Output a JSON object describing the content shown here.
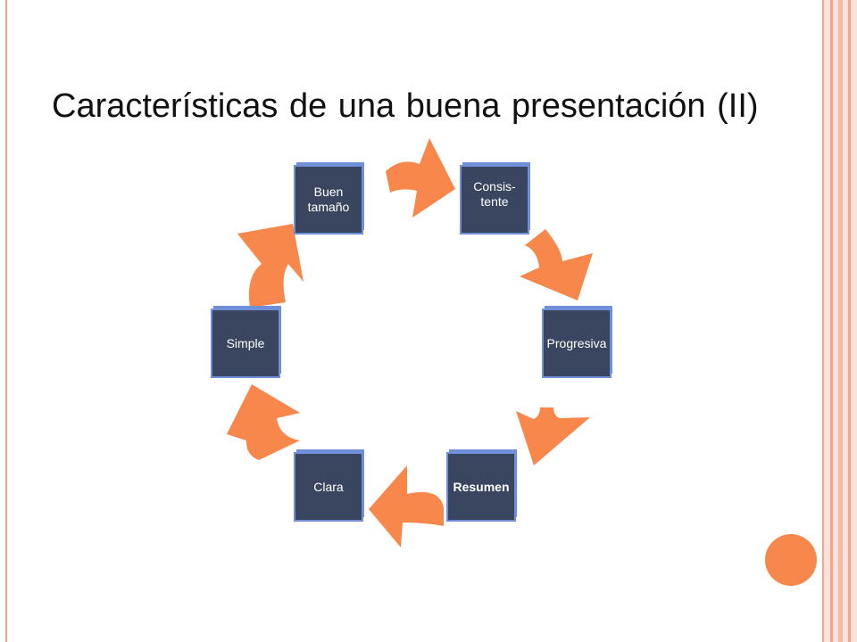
{
  "title": "Características de una buena presentación (II)",
  "colors": {
    "arrow": "#F7874A",
    "node_fill": "#3A4660",
    "node_border": "#6F8FD9",
    "border_accent": "#F7B9A3"
  },
  "diagram": {
    "type": "cycle",
    "nodes": [
      {
        "id": "buen-tamano",
        "label": "Buen\ntamaño"
      },
      {
        "id": "consistente",
        "label": "Consis-\ntente"
      },
      {
        "id": "progresiva",
        "label": "Progresiva"
      },
      {
        "id": "resumen",
        "label": "Resumen"
      },
      {
        "id": "clara",
        "label": "Clara"
      },
      {
        "id": "simple",
        "label": "Simple"
      }
    ],
    "edges": [
      [
        "buen-tamano",
        "consistente"
      ],
      [
        "consistente",
        "progresiva"
      ],
      [
        "progresiva",
        "resumen"
      ],
      [
        "resumen",
        "clara"
      ],
      [
        "clara",
        "simple"
      ],
      [
        "simple",
        "buen-tamano"
      ]
    ]
  }
}
